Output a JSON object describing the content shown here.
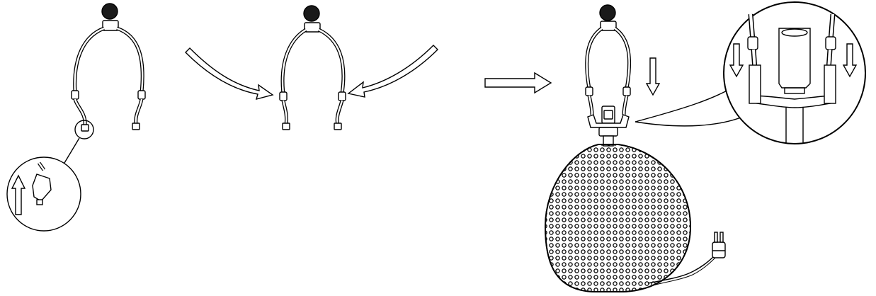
{
  "diagram": {
    "steps": [
      {
        "id": "harp-original",
        "description_visible": ""
      },
      {
        "id": "harp-squeezed"
      },
      {
        "id": "harp-installed-on-lamp"
      }
    ],
    "colors": {
      "stroke": "#000000",
      "fill": "#ffffff",
      "finial": "#1a1a1a",
      "base_texture": "#000000"
    },
    "icons": [
      "finial-icon",
      "harp-icon",
      "up-arrow-icon",
      "curved-arrow-icon",
      "right-arrow-icon",
      "down-arrow-icon",
      "magnifier-callout-icon",
      "lamp-socket-icon",
      "lamp-base-icon",
      "plug-icon"
    ]
  }
}
